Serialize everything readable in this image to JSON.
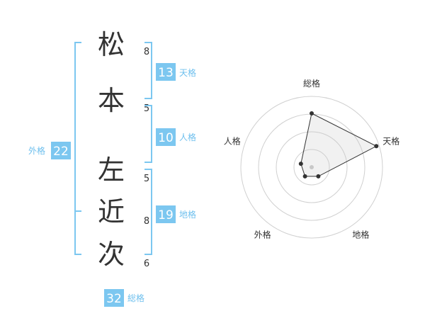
{
  "name": {
    "characters": [
      {
        "char": "松",
        "strokes": "8"
      },
      {
        "char": "本",
        "strokes": "5"
      },
      {
        "char": "左",
        "strokes": "5"
      },
      {
        "char": "近",
        "strokes": "8"
      },
      {
        "char": "次",
        "strokes": "6"
      }
    ]
  },
  "scores": {
    "tenkaku": {
      "value": "13",
      "label": "天格"
    },
    "jinkaku": {
      "value": "10",
      "label": "人格"
    },
    "chikaku": {
      "value": "19",
      "label": "地格"
    },
    "gaikaku": {
      "value": "22",
      "label": "外格"
    },
    "soukaku": {
      "value": "32",
      "label": "総格"
    }
  },
  "colors": {
    "accent": "#7cc7f0",
    "text": "#333333"
  },
  "chart_data": {
    "type": "radar",
    "axes": [
      "総格",
      "天格",
      "地格",
      "外格",
      "人格"
    ],
    "values": [
      4,
      5,
      1,
      1,
      1
    ],
    "range": [
      0,
      5
    ],
    "rings": 4
  }
}
